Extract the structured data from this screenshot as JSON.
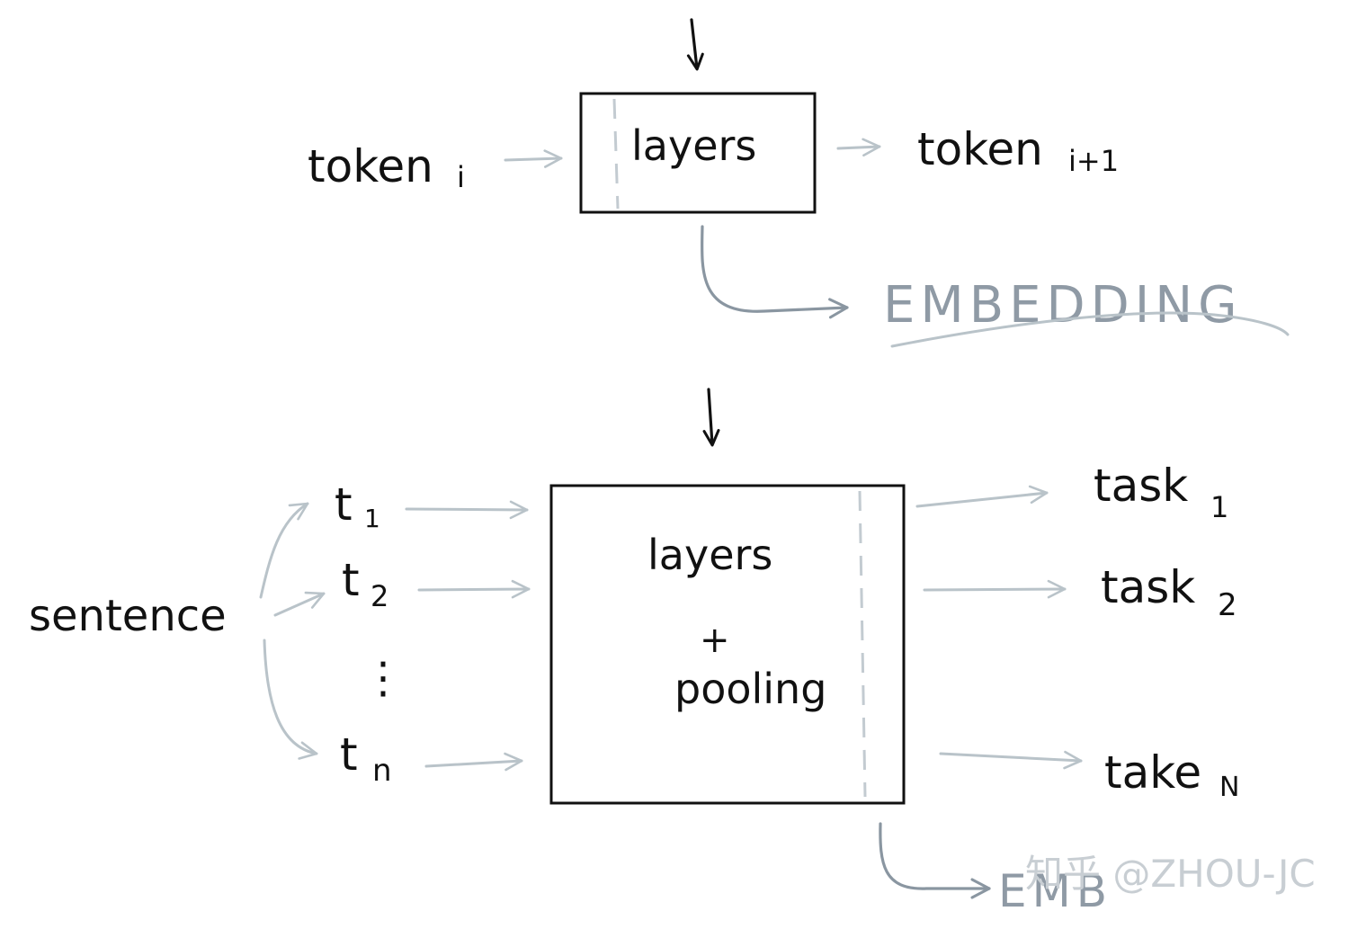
{
  "top": {
    "input_label": "token",
    "input_sub": "i",
    "box_label": "layers",
    "output_label": "token",
    "output_sub": "i+1",
    "embedding_label": "EMBEDDING"
  },
  "bottom": {
    "source_label": "sentence",
    "tokens": [
      {
        "label": "t",
        "sub": "1"
      },
      {
        "label": "t",
        "sub": "2"
      },
      {
        "label": "t",
        "sub": "n"
      }
    ],
    "ellipsis": "⋮",
    "box_line1": "layers",
    "box_plus": "+",
    "box_line2": "pooling",
    "tasks": [
      {
        "label": "task",
        "sub": "1"
      },
      {
        "label": "task",
        "sub": "2"
      },
      {
        "label": "take",
        "sub": "N"
      }
    ],
    "emb_label": "EMB"
  },
  "watermark": "知乎 @ZHOU-JC"
}
